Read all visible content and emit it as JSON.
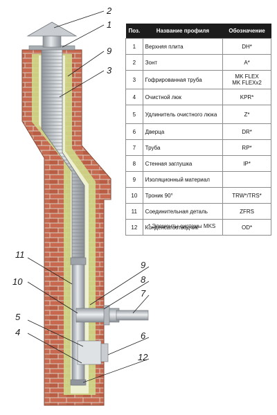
{
  "table": {
    "headers": [
      "Поз.",
      "Название профиля",
      "Обозначение"
    ],
    "rows": [
      {
        "num": "1",
        "name": "Верхняя плита",
        "code": "DH*"
      },
      {
        "num": "2",
        "name": "Зонт",
        "code": "A*"
      },
      {
        "num": "3",
        "name": "Гофрированная труба",
        "code": "MK FLEX\nMK FLEXx2"
      },
      {
        "num": "4",
        "name": "Очистной люк",
        "code": "KPR*"
      },
      {
        "num": "5",
        "name": "Удлинитель очистного люка",
        "code": "Z*"
      },
      {
        "num": "6",
        "name": "Дверца",
        "code": "DR*"
      },
      {
        "num": "7",
        "name": "Труба",
        "code": "RP*"
      },
      {
        "num": "8",
        "name": "Стенная заглушка",
        "code": "IP*"
      },
      {
        "num": "9",
        "name": "Изоляционный материал",
        "code": ""
      },
      {
        "num": "10",
        "name": "Троник 90°",
        "code": "TRW*/TRS*"
      },
      {
        "num": "11",
        "name": "Соединительная деталь",
        "code": "ZFRS"
      },
      {
        "num": "12",
        "name": "Конденсатоотводчик",
        "code": "OD*"
      }
    ],
    "footnote": "* Элементы системы MKS"
  },
  "callouts": [
    {
      "label": "2"
    },
    {
      "label": "1"
    },
    {
      "label": "9"
    },
    {
      "label": "3"
    },
    {
      "label": "11"
    },
    {
      "label": "9"
    },
    {
      "label": "8"
    },
    {
      "label": "10"
    },
    {
      "label": "7"
    },
    {
      "label": "5"
    },
    {
      "label": "4"
    },
    {
      "label": "6"
    },
    {
      "label": "12"
    }
  ],
  "colors": {
    "brick": "#c8694f",
    "mortar": "#d9cfc4",
    "insulation": "#cfd98a",
    "steel": "#b9bec3",
    "header_bg": "#1c1c1c"
  }
}
